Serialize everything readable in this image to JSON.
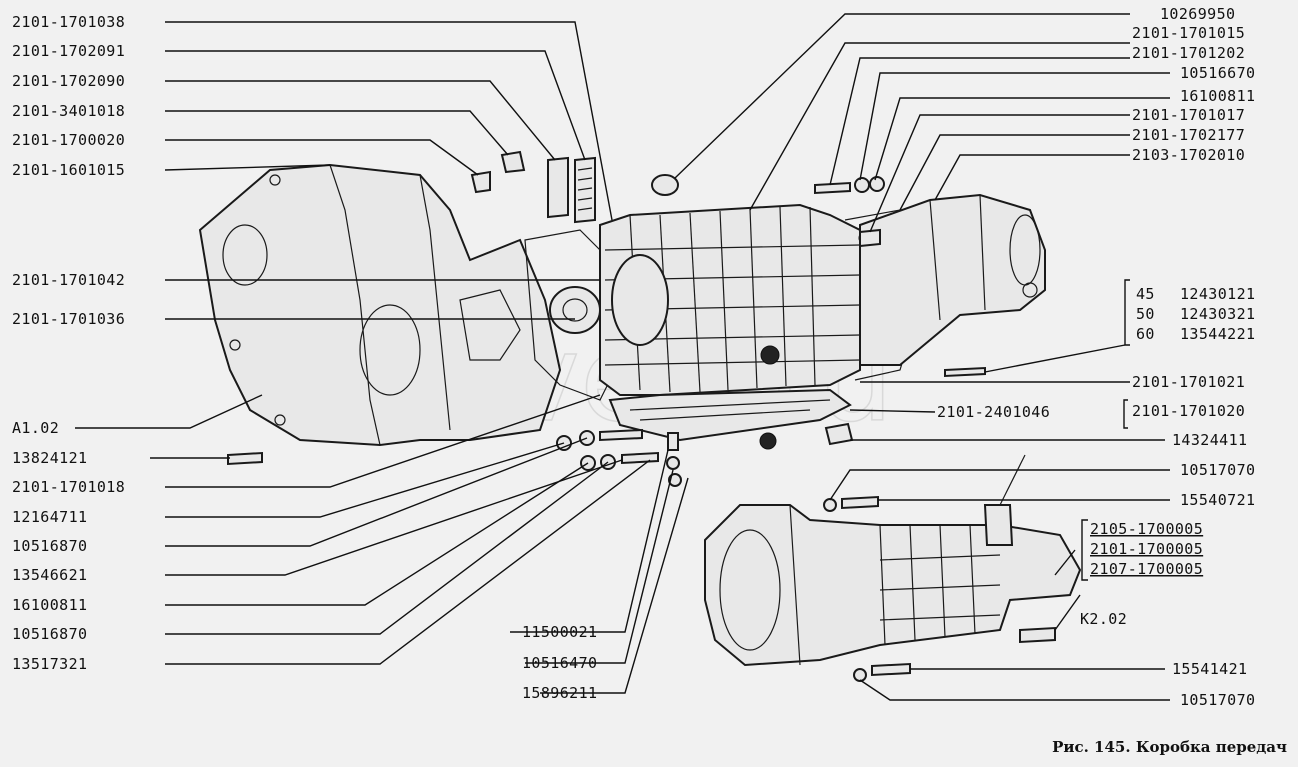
{
  "caption": "Рис. 145. Коробка передач",
  "watermark": "drive2.ru",
  "left_labels": [
    "2101-1701038",
    "2101-1702091",
    "2101-1702090",
    "2101-3401018",
    "2101-1700020",
    "2101-1601015",
    "2101-1701042",
    "2101-1701036",
    "A1.02",
    "13824121",
    "2101-1701018",
    "12164711",
    "10516870",
    "13546621",
    "16100811",
    "10516870",
    "13517321"
  ],
  "right_labels": [
    "10269950",
    "2101-1701015",
    "2101-1701202",
    "10516670",
    "16100811",
    "2101-1701017",
    "2101-1702177",
    "2103-1702010",
    "2101-1701021",
    "14324411",
    "10517070",
    "15540721",
    "15541421",
    "10517070"
  ],
  "group_45_60": [
    {
      "size": "45",
      "part": "12430121"
    },
    {
      "size": "50",
      "part": "12430321"
    },
    {
      "size": "60",
      "part": "13544221"
    }
  ],
  "bracket_labels": {
    "inner": "2101-2401046",
    "outer": "2101-1701020"
  },
  "bottom_center_labels": [
    "11500021",
    "10516470",
    "15896211"
  ],
  "variants": [
    "2105-1700005",
    "2101-1700005",
    "2107-1700005"
  ],
  "k2_label": "K2.02"
}
